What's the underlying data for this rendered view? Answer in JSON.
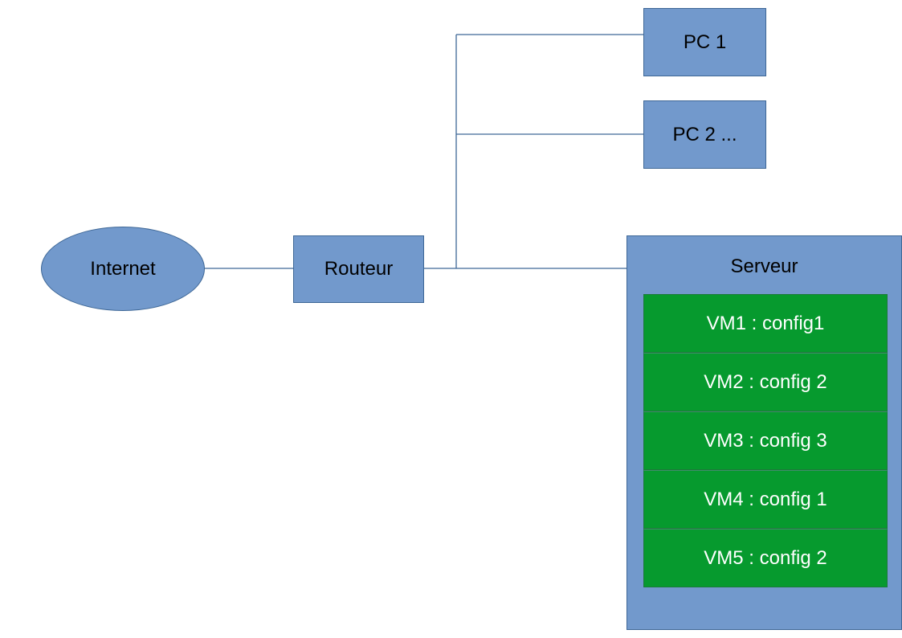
{
  "nodes": {
    "internet": "Internet",
    "router": "Routeur",
    "pc1": "PC 1",
    "pc2": "PC 2 ...",
    "server": "Serveur"
  },
  "vms": [
    {
      "label": "VM1 : config1"
    },
    {
      "label": "VM2 : config 2"
    },
    {
      "label": "VM3 : config 3"
    },
    {
      "label": "VM4 : config 1"
    },
    {
      "label": "VM5 : config 2"
    }
  ],
  "colors": {
    "node_fill": "#7299cc",
    "node_border": "#3e6796",
    "vm_fill": "#069a2e",
    "line": "#3e6796"
  }
}
